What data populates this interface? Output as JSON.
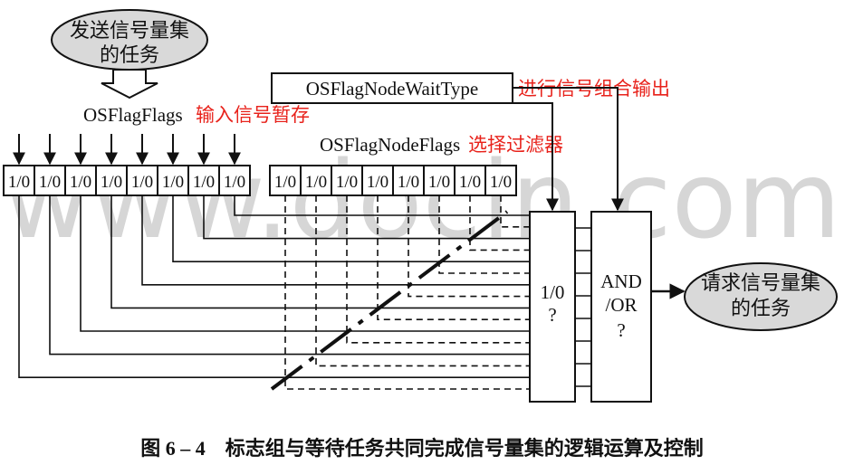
{
  "watermark": "www.docin.com",
  "sender_task": {
    "line1": "发送信号量集",
    "line2": "的任务"
  },
  "receiver_task": {
    "line1": "请求信号量集",
    "line2": "的任务"
  },
  "flags_label": "OSFlagFlags",
  "flags_note": "输入信号暂存",
  "node_flags_label": "OSFlagNodeFlags",
  "node_flags_note": "选择过滤器",
  "wait_type_label": "OSFlagNodeWaitType",
  "wait_type_note": "进行信号组合输出",
  "bit_value": "1/0",
  "selector_box": {
    "line1": "1/0",
    "line2": "?"
  },
  "logic_box": {
    "line1": "AND",
    "line2": "/OR",
    "line3": "?"
  },
  "caption": "图 6 – 4　标志组与等待任务共同完成信号量集的逻辑运算及控制",
  "colors": {
    "annotation": "#e8221b",
    "ellipse_fill": "#d9d9d9",
    "line": "#111111"
  }
}
